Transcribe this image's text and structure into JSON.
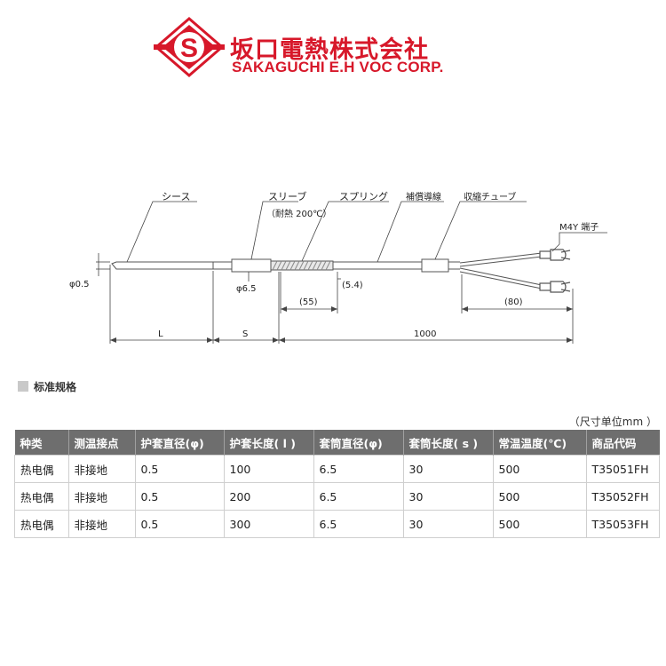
{
  "header": {
    "company_jp": "坂口電熱株式会社",
    "company_en": "SAKAGUCHI E.H VOC CORP.",
    "logo_letter": "S"
  },
  "diagram": {
    "labels": {
      "sheath": "シース",
      "sleeve": "スリーブ",
      "heat_resist": "（耐熱 200℃）",
      "spring": "スプリング",
      "comp_wire": "補償導線",
      "shrink_tube": "収縮チューブ",
      "terminal": "M4Y 端子",
      "phi05": "φ0.5",
      "phi65": "φ6.5",
      "dim55": "(55)",
      "dim54": "(5.4)",
      "dim80": "(80)",
      "dimL": "L",
      "dimS": "S",
      "dim1000": "1000"
    }
  },
  "section_title": "标准规格",
  "unit_note": "（尺寸单位mm ）",
  "table": {
    "headers": [
      "种类",
      "测温接点",
      "护套直径(φ)",
      "护套长度( l )",
      "套筒直径(φ)",
      "套筒长度( s )",
      "常温温度(℃)",
      "商品代码"
    ],
    "rows": [
      [
        "热电偶",
        "非接地",
        "0.5",
        "100",
        "6.5",
        "30",
        "500",
        "T35051FH"
      ],
      [
        "热电偶",
        "非接地",
        "0.5",
        "200",
        "6.5",
        "30",
        "500",
        "T35052FH"
      ],
      [
        "热电偶",
        "非接地",
        "0.5",
        "300",
        "6.5",
        "30",
        "500",
        "T35053FH"
      ]
    ]
  },
  "colors": {
    "brand_red": "#d7182a",
    "table_header_bg": "#6e6e6e"
  }
}
